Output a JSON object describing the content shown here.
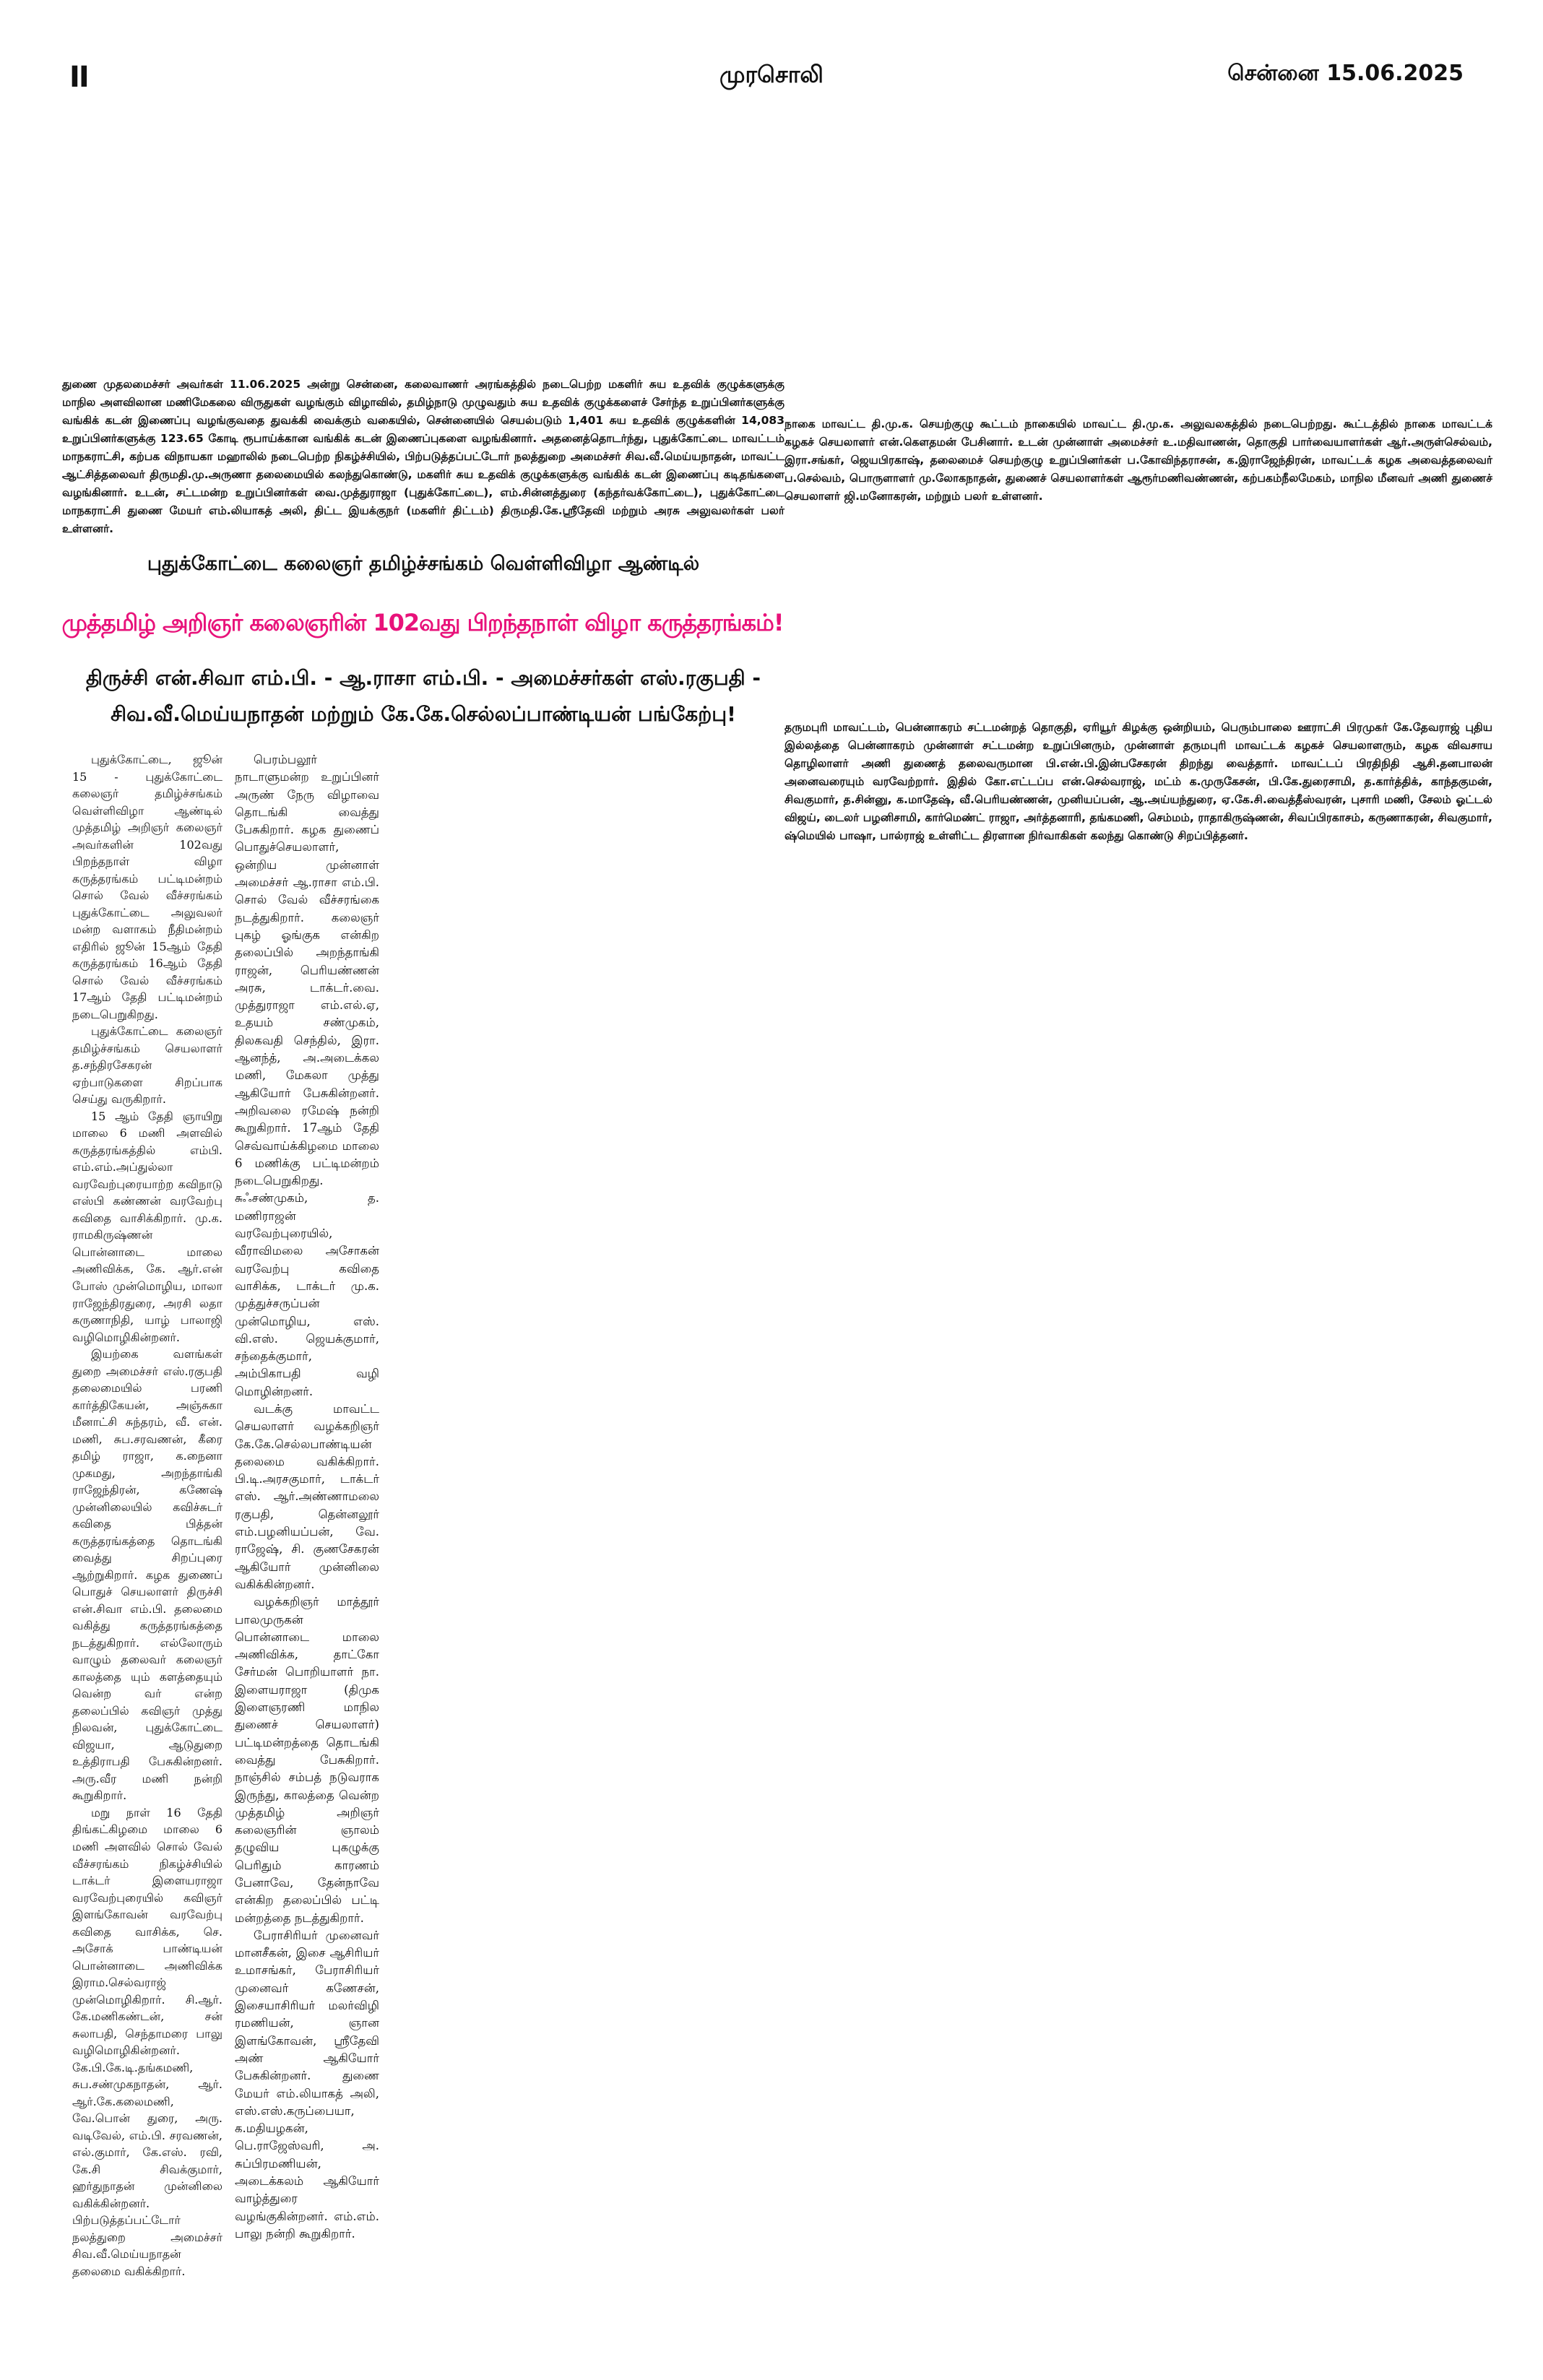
{
  "masthead": {
    "page_number": "II",
    "paper_name": "முரசொலி",
    "city_date": "சென்னை 15.06.2025"
  },
  "captions": {
    "left": "துணை முதலமைச்சர் அவர்கள் 11.06.2025 அன்று சென்னை, கலைவாணர் அரங்கத்தில் நடைபெற்ற மகளிர் சுய உதவிக் குழுக்களுக்கு மாநில அளவிலான மணிமேகலை விருதுகள் வழங்கும் விழாவில், தமிழ்நாடு முழுவதும் சுய உதவிக் குழுக்களைச் சேர்ந்த உறுப்பினர்களுக்கு வங்கிக் கடன் இணைப்பு வழங்குவதை துவக்கி வைக்கும் வகையில், சென்னையில் செயல்படும் 1,401 சுய உதவிக் குழுக்களின் 14,083 உறுப்பினர்களுக்கு 123.65 கோடி ரூபாய்க்கான வங்கிக் கடன் இணைப்புகளை வழங்கினார். அதனைத்தொடர்ந்து, புதுக்கோட்டை மாவட்டம் மாநகராட்சி, கற்பக விநாயகா மஹாலில் நடைபெற்ற நிகழ்ச்சியில், பிற்படுத்தப்பட்டோர் நலத்துறை அமைச்சர் சிவ.வீ.மெய்யநாதன், மாவட்ட ஆட்சித்தலைவர் திருமதி.மு.அருணா தலைமையில் கலந்துகொண்டு, மகளிர் சுய உதவிக் குழுக்களுக்கு வங்கிக் கடன் இணைப்பு கடிதங்களை வழங்கினார். உடன், சட்டமன்ற உறுப்பினர்கள் வை.முத்துராஜா (புதுக்கோட்டை), எம்.சின்னத்துரை (கந்தர்வக்கோட்டை), புதுக்கோட்டை மாநகராட்சி துணை மேயர் எம்.லியாகத் அலி, திட்ட இயக்குநர் (மகளிர் திட்டம்) திருமதி.கே.ஸ்ரீதேவி மற்றும் அரசு அலுவலர்கள் பலர் உள்ளனர்.",
    "right_top": "நாகை மாவட்ட தி.மு.க. செயற்குழு கூட்டம் நாகையில் மாவட்ட தி.மு.க. அலுவலகத்தில் நடைபெற்றது. கூட்டத்தில் நாகை மாவட்டக் கழகச் செயலாளர் என்.கௌதமன் பேசினார். உடன் முன்னாள் அமைச்சர் உ.மதிவாணன், தொகுதி பார்வையாளர்கள் ஆர்.அருள்செல்வம், இரா.சங்கர், ஜெயபிரகாஷ், தலைமைச் செயற்குழு உறுப்பினர்கள் ப.கோவிந்தராசன், க.இராஜேந்திரன், மாவட்டக் கழக அவைத்தலைவர் ப.செல்வம், பொருளாளர் மு.லோகநாதன், துணைச் செயலாளர்கள் ஆரூர்மணிவண்ணன், கற்பகம்நீலமேகம், மாநில மீனவர் அணி துணைச் செயலாளர் ஜி.மனோகரன், மற்றும் பலர் உள்ளனர்.",
    "right_bottom": "தருமபுரி மாவட்டம், பென்னாகரம் சட்டமன்றத் தொகுதி, ஏரியூர் கிழக்கு ஒன்றியம், பெரும்பாலை ஊராட்சி பிரமுகர் கே.தேவராஜ் புதிய இல்லத்தை பென்னாகரம் முன்னாள் சட்டமன்ற உறுப்பினரும், முன்னாள் தருமபுரி மாவட்டக் கழகச் செயலாளரும், கழக விவசாய தொழிலாளர் அணி துணைத் தலைவருமான பி.என்.பி.இன்பசேகரன் திறந்து வைத்தார். மாவட்டப் பிரதிநிதி ஆசி.தனபாலன் அனைவரையும் வரவேற்றார். இதில் கோ.எட்டப்ப என்.செல்வராஜ், மட்ம் க.முருகேசன், பி.கே.துரைசாமி, த.கார்த்திக், காந்தகுமன், சிவகுமார், த.சின்னு, க.மாதேஷ், வீ.பெரியண்ணன், முனியப்பன், ஆ.அய்யந்துரை, ஏ.கே.சி.வைத்தீஸ்வரன், புசாரி மணி, சேலம் ஓட்டல் விஜய், டைலர் பழனிசாமி, கார்மெண்ட் ராஜா, அர்த்தனாரி, தங்கமணி, செம்மம், ராதாகிருஷ்ணன், சிவப்பிரகாசம், கருணாகரன், சிவகுமார், ஷ்மெயில் பாஷா, பால்ராஜ் உள்ளிட்ட திரளான நிர்வாகிகள் கலந்து கொண்டு சிறப்பித்தனர்."
  },
  "article": {
    "kicker": "புதுக்கோட்டை கலைஞர் தமிழ்ச்சங்கம் வெள்ளிவிழா ஆண்டில்",
    "headline": "முத்தமிழ் அறிஞர் கலைஞரின் 102வது பிறந்தநாள் விழா கருத்தரங்கம்!",
    "subhead_1": "திருச்சி என்.சிவா எம்.பி. - ஆ.ராசா எம்.பி. - அமைச்சர்கள் எஸ்.ரகுபதி -",
    "subhead_2": "சிவ.வீ.மெய்யநாதன் மற்றும் கே.கே.செல்லப்பாண்டியன் பங்கேற்பு!",
    "columns": [
      [
        "புதுக்கோட்டை, ஜூன் 15 - புதுக்கோட்டை கலைஞர் தமிழ்ச்சங்கம் வெள்ளிவிழா ஆண்டில் முத்தமிழ் அறிஞர் கலைஞர் அவர்களின் 102வது பிறந்தநாள் விழா கருத்தரங்கம் பட்டிமன்றம் சொல் வேல் வீச்சரங்கம் புதுக்கோட்டை அலுவலர் மன்ற வளாகம் நீதிமன்றம் எதிரில் ஜூன் 15ஆம் தேதி கருத்தரங்கம் 16ஆம் தேதி சொல் வேல் வீச்சரங்கம் 17ஆம் தேதி பட்டிமன்றம் நடைபெறுகிறது.",
        "புதுக்கோட்டை கலைஞர் தமிழ்ச்சங்கம் செயலாளர் த.சந்திரசேகரன் ஏற்பாடுகளை சிறப்பாக செய்து வருகிறார்.",
        "15 ஆம் தேதி ஞாயிறு மாலை 6 மணி அளவில் கருத்தரங்கத்தில் எம்பி. எம்.எம்.அப்துல்லா வரவேற்புரையாற்ற கவிநாடு எஸ்பி கண்ணன் வரவேற்பு கவிதை வாசிக்கிறார். மு.க. ராமகிருஷ்ணன் பொன்னாடை மாலை அணிவிக்க, கே. ஆர்.என் போஸ் முன்மொழிய, மாலா ராஜேந்திரதுரை, அரசி லதா கருணாநிதி, யாழ் பாலாஜி வழிமொழிகின்றனர்.",
        "இயற்கை வளங்கள் துறை அமைச்சர் எஸ்.ரகுபதி தலைமையில் பரணி கார்த்திகேயன், அஞ்சுகா மீனாட்சி சுந்தரம், வீ. என். மணி, சுப.சரவணன், கீரை தமிழ் ராஜா, க.நைனா முகமது, அறந்தாங்கி ராஜேந்திரன், கணேஷ் முன்னிலையில் கவிச்சுடர் கவிதை பித்தன் கருத்தரங்கத்தை தொடங்கி வைத்து சிறப்புரை ஆற்றுகிறார். கழக துணைப் பொதுச் செயலாளர் திருச்சி என்.சிவா எம்.பி. தலைமை வகித்து கருத்தரங்கத்தை நடத்துகிறார். எல்லோரும் வாழும் தலைவர் கலைஞர் காலத்தை யும் களத்தையும் வென்ற வர் என்ற தலைப்பில் கவிஞர் முத்து நிலவன், புதுக்கோட்டை விஜயா, ஆடுதுறை உத்திராபதி பேசுகின்றனர். அரு.வீர மணி நன்றி கூறுகிறார்.",
        "மறு நாள் 16 தேதி திங்கட்கிழமை மாலை 6 மணி அளவில் சொல் வேல் வீச்சரங்கம் நிகழ்ச்சியில் டாக்டர் இளையராஜா வரவேற்புரையில் கவிஞர் இளங்கோவன் வரவேற்பு கவிதை வாசிக்க, செ. அசோக் பாண்டியன் பொன்னாடை அணிவிக்க இராம.செல்வராஜ் முன்மொழிகிறார். சி.ஆர். கே.மணிகண்டன், சன் சுலாபதி, செந்தாமரை பாலு வழிமொழிகின்றனர். கே.பி.கே.டி.தங்கமணி, சுப.சண்முகநாதன், ஆர். ஆர்.கே.கலைமணி, வே.பொன் துரை, அரு. வடிவேல், எம்.பி. சரவணன், எல்.குமார், கே.எஸ். ரவி, கே.சி சிவக்குமார், ஹர்துநாதன் முன்னிலை வகிக்கின்றனர். பிற்படுத்தப்பட்டோர் நலத்துறை அமைச்சர் சிவ.வீ.மெய்யநாதன் தலைமை வகிக்கிறார்."
      ],
      [
        "பெரம்பலூர் நாடாளுமன்ற உறுப்பினர் அருண் நேரு விழாவை தொடங்கி வைத்து பேசுகிறார். கழக துணைப் பொதுச்செயலாளர், ஒன்றிய முன்னாள் அமைச்சர் ஆ.ராசா எம்.பி. சொல் வேல் வீச்சரங்கை நடத்துகிறார். கலைஞர் புகழ் ஓங்குக என்கிற தலைப்பில் அறந்தாங்கி ராஜன், பெரியண்ணன் அரசு, டாக்டர்.வை. முத்துராஜா எம்.எல்.ஏ, உதயம் சண்முகம், திலகவதி செந்தில், இரா. ஆனந்த், அ.அடைக்கல மணி, மேகலா முத்து ஆகியோர் பேசுகின்றனர். அறிவலை ரமேஷ் நன்றி கூறுகிறார். 17ஆம் தேதி செவ்வாய்க்கிழமை மாலை 6 மணிக்கு பட்டிமன்றம் நடைபெறுகிறது. சுஃசண்முகம், த. மணிராஜன் வரவேற்புரையில், வீராவிமலை அசோகன் வரவேற்பு கவிதை வாசிக்க, டாக்டர் மு.க. முத்துச்சருப்பன் முன்மொழிய, எஸ். வி.எஸ். ஜெயக்குமார், சந்தைக்குமார், அம்பிகாபதி வழி மொழின்றனர்.",
        "வடக்கு மாவட்ட செயலாளர் வழக்கறிஞர் கே.கே.செல்லபாண்டியன் தலைமை வகிக்கிறார். பி.டி.அரசகுமார், டாக்டர் எஸ். ஆர்.அண்ணாமலை ரகுபதி, தென்னலூர் எம்.பழனியப்பன், வே. ராஜேஷ், சி. குணசேகரன் ஆகியோர் முன்னிலை வகிக்கின்றனர்.",
        "வழக்கறிஞர் மாத்தூர் பாலமுருகன் பொன்னாடை மாலை அணிவிக்க, தாட்கோ சேர்மன் பொறியாளர் நா. இளையராஜா (திமுக இளைஞரணி மாநில துணைச் செயலாளர்) பட்டிமன்றத்தை தொடங்கி வைத்து பேசுகிறார். நாஞ்சில் சம்பத் நடுவராக இருந்து, காலத்தை வென்ற முத்தமிழ் அறிஞர் கலைஞரின் ஞாலம் தழுவிய புகழுக்கு பெரிதும் காரணம் பேனாவே, தேன்நாவே என்கிற தலைப்பில் பட்டி மன்றத்தை நடத்துகிறார்.",
        "பேராசிரியர் முனைவர் மானசீகன், இசை ஆசிரியர் உமாசங்கர், பேராசிரியர் முனைவர் கணேசன், இசையாசிரியர் மலர்விழி ரமணியன், ஞான இளங்கோவன், ஸ்ரீதேவி அண் ஆகியோர் பேசுகின்றனர். துணை மேயர் எம்.லியாகத் அலி, எஸ்.எஸ்.கருப்பையா, க.மதியழகன், பெ.ராஜேஸ்வரி, அ. சுப்பிரமணியன், அடைக்கலம் ஆகியோர் வாழ்த்துரை வழங்குகின்றனர். எம்.எம். பாலு நன்றி கூறுகிறார்."
      ]
    ]
  }
}
